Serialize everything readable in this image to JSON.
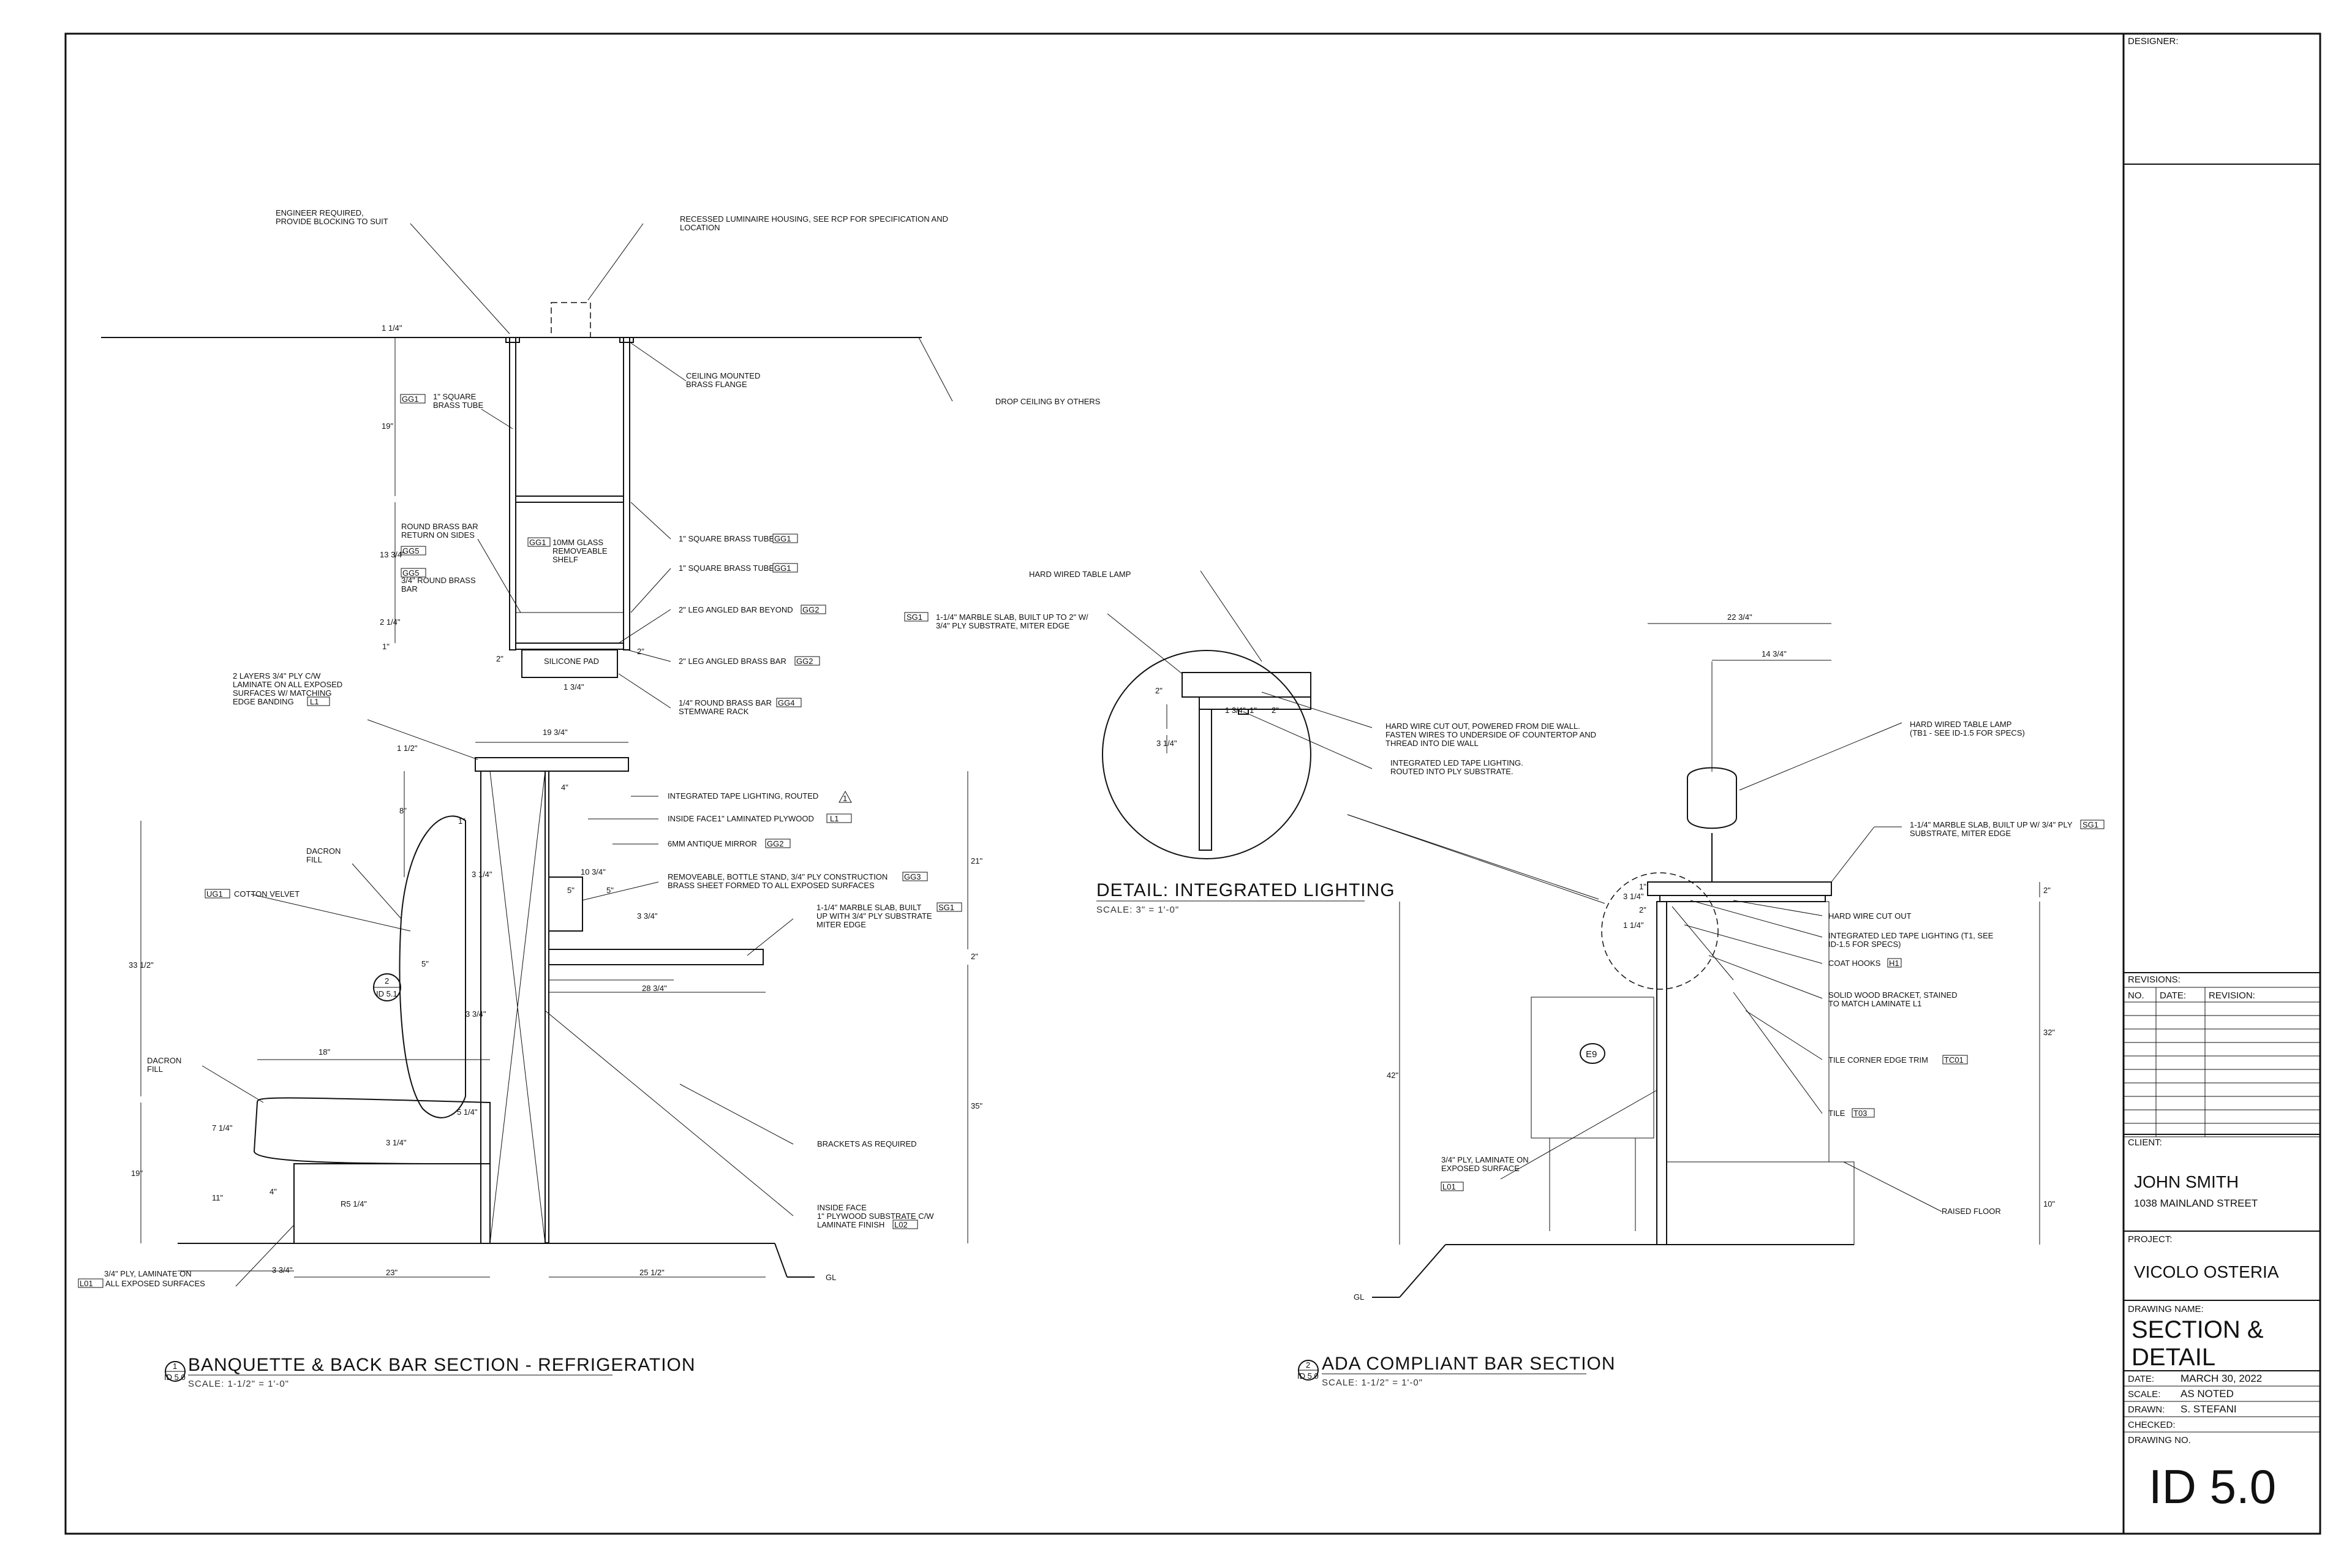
{
  "title_block": {
    "designer_label": "DESIGNER:",
    "revisions_label": "REVISIONS:",
    "rev_no_header": "NO.",
    "rev_date_header": "DATE:",
    "rev_revision_header": "REVISION:",
    "client_label": "CLIENT:",
    "client_name": "JOHN SMITH",
    "client_address": "1038 MAINLAND STREET",
    "project_label": "PROJECT:",
    "project_name": "VICOLO OSTERIA",
    "drawing_name_label": "DRAWING NAME:",
    "drawing_name_line1": "SECTION &",
    "drawing_name_line2": "DETAIL",
    "date_label": "DATE:",
    "date_value": "MARCH 30, 2022",
    "scale_label": "SCALE:",
    "scale_value": "AS NOTED",
    "drawn_label": "DRAWN:",
    "drawn_value": "S. STEFANI",
    "checked_label": "CHECKED:",
    "checked_value": "",
    "drawing_no_label": "DRAWING NO.",
    "drawing_no_value": "ID 5.0"
  },
  "views": {
    "banquette": {
      "marker_num": "1",
      "marker_sheet": "ID 5.0",
      "title": "BANQUETTE & BACK BAR SECTION - REFRIGERATION",
      "scale": "SCALE: 1-1/2\" = 1'-0\""
    },
    "ada": {
      "marker_num": "2",
      "marker_sheet": "ID 5.0",
      "title": "ADA COMPLIANT BAR SECTION",
      "scale": "SCALE: 1-1/2\" = 1'-0\""
    },
    "detail": {
      "title": "DETAIL: INTEGRATED LIGHTING",
      "scale": "SCALE: 3\" = 1'-0\""
    }
  },
  "notes": {
    "engineer_1": "ENGINEER REQUIRED,",
    "engineer_2": "PROVIDE BLOCKING TO SUIT",
    "recessed_1": "RECESSED LUMINAIRE HOUSING, SEE RCP FOR SPECIFICATION AND",
    "recessed_2": "LOCATION",
    "flange_1": "CEILING MOUNTED",
    "flange_2": "BRASS FLANGE",
    "drop_ceiling": "DROP CEILING BY OTHERS",
    "square_tube_1": "1\" SQUARE",
    "square_tube_2": "BRASS TUBE",
    "round_bar_1": "ROUND BRASS BAR",
    "round_bar_2": "RETURN ON SIDES",
    "round_bar_tag": "GG5",
    "round_brass_tag": "GG5",
    "round_brass_1": "3/4\" ROUND BRASS",
    "round_brass_2": "BAR",
    "glass_1": "10MM GLASS",
    "glass_2": "REMOVEABLE",
    "glass_3": "SHELF",
    "glass_tag": "GG1",
    "sq_tube_a": "1\" SQUARE BRASS TUBE",
    "sq_tube_a_tag": "GG1",
    "sq_tube_b": "1\" SQUARE BRASS TUBE",
    "sq_tube_b_tag": "GG1",
    "leg_angled_beyond": "2\" LEG ANGLED BAR BEYOND",
    "leg_angled_beyond_tag": "GG2",
    "silicone": "SILICONE PAD",
    "leg_angled": "2\" LEG ANGLED BRASS BAR",
    "leg_angled_tag": "GG2",
    "stemware_1": "1/4\" ROUND BRASS BAR",
    "stemware_tag": "GG4",
    "stemware_2": "STEMWARE RACK",
    "layers_1": "2 LAYERS 3/4\" PLY C/W",
    "layers_2": "LAMINATE ON ALL EXPOSED",
    "layers_3": "SURFACES W/ MATCHING",
    "layers_4": "EDGE BANDING",
    "layers_tag": "L1",
    "tape_lighting": "INTEGRATED TAPE LIGHTING, ROUTED",
    "tape_lighting_tri": "1",
    "inside_face1": "INSIDE FACE1\" LAMINATED PLYWOOD",
    "inside_face1_tag": "L1",
    "mirror": "6MM ANTIQUE MIRROR",
    "mirror_tag": "GG2",
    "removeable_1": "REMOVEABLE, BOTTLE STAND, 3/4\" PLY CONSTRUCTION",
    "removeable_tag": "GG3",
    "removeable_2": "BRASS SHEET FORMED TO ALL EXPOSED SURFACES",
    "marble_a_1": "1-1/4\" MARBLE SLAB, BUILT",
    "marble_a_tag": "SG1",
    "marble_a_2": "UP WITH 3/4\" PLY SUBSTRATE",
    "marble_a_3": "MITER EDGE",
    "dacron_1a": "DACRON",
    "dacron_1b": "FILL",
    "cotton_tag": "UG1",
    "cotton": "COTTON VELVET",
    "dacron_2a": "DACRON",
    "dacron_2b": "FILL",
    "brackets": "BRACKETS AS REQUIRED",
    "inside_face_1": "INSIDE FACE",
    "inside_face_2": "1\" PLYWOOD SUBSTRATE C/W",
    "inside_face_3": "LAMINATE FINISH",
    "inside_face_tag": "L02",
    "ply_1": "3/4\" PLY, LAMINATE ON",
    "ply_tag": "L01",
    "ply_2": "ALL EXPOSED SURFACES",
    "gl": "GL",
    "hw_table_lamp": "HARD WIRED TABLE LAMP",
    "marble_d_tag": "SG1",
    "marble_d_1": "1-1/4\" MARBLE SLAB, BUILT UP TO 2\" W/",
    "marble_d_2": "3/4\" PLY SUBSTRATE, MITER EDGE",
    "cutout_1": "HARD WIRE CUT OUT, POWERED FROM DIE WALL.",
    "cutout_2": "FASTEN WIRES TO UNDERSIDE OF COUNTERTOP AND",
    "cutout_3": "THREAD INTO DIE WALL",
    "led_1": "INTEGRATED LED TAPE LIGHTING.",
    "led_2": "ROUTED INTO PLY SUBSTRATE.",
    "lamp_1": "HARD WIRED TABLE LAMP",
    "lamp_2": "(TB1 - SEE ID-1.5 FOR SPECS)",
    "marble_b_1": "1-1/4\" MARBLE SLAB, BUILT UP W/ 3/4\" PLY",
    "marble_b_tag": "SG1",
    "marble_b_2": "SUBSTRATE, MITER EDGE",
    "hw_cutout": "HARD WIRE CUT OUT",
    "led_b_1": "INTEGRATED LED TAPE LIGHTING (T1, SEE",
    "led_b_2": "ID-1.5 FOR SPECS)",
    "coat_hooks": "COAT HOOKS",
    "coat_tag": "H1",
    "bracket_1": "SOLID WOOD BRACKET, STAINED",
    "bracket_2": "TO MATCH LAMINATE L1",
    "tile_trim": "TILE CORNER EDGE TRIM",
    "tile_trim_tag": "TC01",
    "tile": "TILE",
    "tile_tag": "T03",
    "ply_b_1": "3/4\" PLY, LAMINATE ON",
    "ply_b_2": "EXPOSED SURFACE",
    "ply_b_tag": "L01",
    "raised_floor": "RAISED FLOOR",
    "gl_b": "GL",
    "e9": "E9"
  },
  "dimensions": {
    "d_1_25": "1 1/4\"",
    "d_19a": "19\"",
    "d_13_75": "13 3/4\"",
    "d_2_25": "2 1/4\"",
    "d_1": "1\"",
    "d_2": "2\"",
    "d_2b": "2\"",
    "d_1_75": "1 3/4\"",
    "d_1_5": "1 1/2\"",
    "d_19_75": "19 3/4\"",
    "d_8": "8\"",
    "d_4a": "4\"",
    "d_1b": "1\"",
    "d_3_25": "3 1/4\"",
    "d_10_75": "10 3/4\"",
    "d_5a": "5\"",
    "d_5b": "5\"",
    "d_3_75a": "3 3/4\"",
    "d_21": "21\"",
    "d_2c": "2\"",
    "d_28_75": "28 3/4\"",
    "d_33_5": "33 1/2\"",
    "d_5c": "5\"",
    "d_3_75b": "3 3/4\"",
    "d_5_25": "5 1/4\"",
    "d_35": "35\"",
    "d_18": "18\"",
    "d_7_25": "7 1/4\"",
    "d_3_25b": "3 1/4\"",
    "d_19b": "19\"",
    "d_11": "11\"",
    "d_4b": "4\"",
    "d_R": "R5 1/4\"",
    "d_3_75c": "3 3/4\"",
    "d_23": "23\"",
    "d_25_5": "25 1/2\"",
    "d_22_75": "22 3/4\"",
    "d_14_75": "14 3/4\"",
    "d_3_25c": "3 1/4\"",
    "d_1_25b": "1 1/4\"",
    "d_1c": "1\"",
    "d_2d": "2\"",
    "d_32": "32\"",
    "d_42": "42\"",
    "d_10": "10\"",
    "d_2e": "2\"",
    "d_1_75b": "1 3/4\"",
    "d_1d": "1\"",
    "d_2f": "2\"",
    "d_3_25d": "3 1/4\"",
    "d_2g": "2\"",
    "d_1e": "1\""
  },
  "marker_refs": {
    "section_num": "2",
    "section_sheet": "ID 5.1"
  }
}
